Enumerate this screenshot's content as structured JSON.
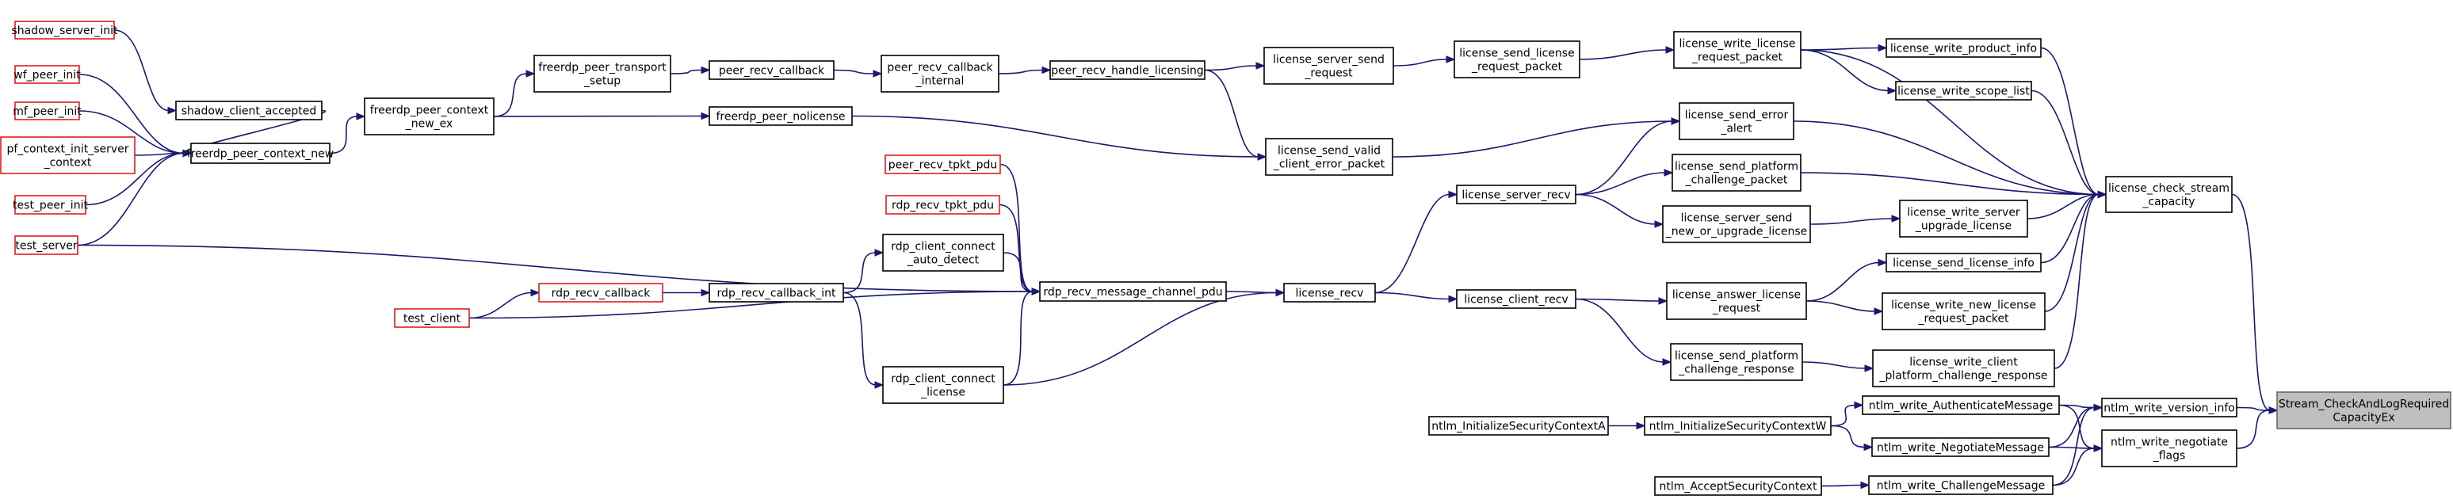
{
  "graph": {
    "title": "",
    "root": "stream_checkandlog",
    "nodes": [
      {
        "id": "shadow_server_init",
        "lines": [
          "shadow_server_init"
        ],
        "style": "red"
      },
      {
        "id": "wf_peer_init",
        "lines": [
          "wf_peer_init"
        ],
        "style": "red"
      },
      {
        "id": "mf_peer_init",
        "lines": [
          "mf_peer_init"
        ],
        "style": "red"
      },
      {
        "id": "pf_context_init_server_context",
        "lines": [
          "pf_context_init_server",
          "_context"
        ],
        "style": "red"
      },
      {
        "id": "test_peer_init",
        "lines": [
          "test_peer_init"
        ],
        "style": "red"
      },
      {
        "id": "test_server",
        "lines": [
          "test_server"
        ],
        "style": "red"
      },
      {
        "id": "test_client",
        "lines": [
          "test_client"
        ],
        "style": "red"
      },
      {
        "id": "shadow_client_accepted",
        "lines": [
          "shadow_client_accepted"
        ],
        "style": "normal"
      },
      {
        "id": "freerdp_peer_context_new",
        "lines": [
          "freerdp_peer_context_new"
        ],
        "style": "normal"
      },
      {
        "id": "freerdp_peer_context_new_ex",
        "lines": [
          "freerdp_peer_context",
          "_new_ex"
        ],
        "style": "normal"
      },
      {
        "id": "freerdp_peer_transport_setup",
        "lines": [
          "freerdp_peer_transport",
          "_setup"
        ],
        "style": "normal"
      },
      {
        "id": "peer_recv_callback",
        "lines": [
          "peer_recv_callback"
        ],
        "style": "normal"
      },
      {
        "id": "peer_recv_callback_internal",
        "lines": [
          "peer_recv_callback",
          "_internal"
        ],
        "style": "normal"
      },
      {
        "id": "peer_recv_handle_licensing",
        "lines": [
          "peer_recv_handle_licensing"
        ],
        "style": "normal"
      },
      {
        "id": "freerdp_peer_nolicense",
        "lines": [
          "freerdp_peer_nolicense"
        ],
        "style": "normal"
      },
      {
        "id": "license_server_send_request",
        "lines": [
          "license_server_send",
          "_request"
        ],
        "style": "normal"
      },
      {
        "id": "license_send_valid_client_error_packet",
        "lines": [
          "license_send_valid",
          "_client_error_packet"
        ],
        "style": "normal"
      },
      {
        "id": "license_send_license_request_packet",
        "lines": [
          "license_send_license",
          "_request_packet"
        ],
        "style": "normal"
      },
      {
        "id": "license_write_license_request_packet",
        "lines": [
          "license_write_license",
          "_request_packet"
        ],
        "style": "normal"
      },
      {
        "id": "license_write_product_info",
        "lines": [
          "license_write_product_info"
        ],
        "style": "normal"
      },
      {
        "id": "license_write_scope_list",
        "lines": [
          "license_write_scope_list"
        ],
        "style": "normal"
      },
      {
        "id": "license_send_error_alert",
        "lines": [
          "license_send_error",
          "_alert"
        ],
        "style": "normal"
      },
      {
        "id": "license_send_platform_challenge_packet",
        "lines": [
          "license_send_platform",
          "_challenge_packet"
        ],
        "style": "normal"
      },
      {
        "id": "license_server_recv",
        "lines": [
          "license_server_recv"
        ],
        "style": "normal"
      },
      {
        "id": "license_server_send_new_or_upgrade_license",
        "lines": [
          "license_server_send",
          "_new_or_upgrade_license"
        ],
        "style": "normal"
      },
      {
        "id": "license_write_server_upgrade_license",
        "lines": [
          "license_write_server",
          "_upgrade_license"
        ],
        "style": "normal"
      },
      {
        "id": "license_send_license_info",
        "lines": [
          "license_send_license_info"
        ],
        "style": "normal"
      },
      {
        "id": "license_answer_license_request",
        "lines": [
          "license_answer_license",
          "_request"
        ],
        "style": "normal"
      },
      {
        "id": "license_write_new_license_request_packet",
        "lines": [
          "license_write_new_license",
          "_request_packet"
        ],
        "style": "normal"
      },
      {
        "id": "license_send_platform_challenge_response",
        "lines": [
          "license_send_platform",
          "_challenge_response"
        ],
        "style": "normal"
      },
      {
        "id": "license_write_client_platform_challenge_response",
        "lines": [
          "license_write_client",
          "_platform_challenge_response"
        ],
        "style": "normal"
      },
      {
        "id": "license_client_recv",
        "lines": [
          "license_client_recv"
        ],
        "style": "normal"
      },
      {
        "id": "license_recv",
        "lines": [
          "license_recv"
        ],
        "style": "normal"
      },
      {
        "id": "peer_recv_tpkt_pdu",
        "lines": [
          "peer_recv_tpkt_pdu"
        ],
        "style": "red"
      },
      {
        "id": "rdp_recv_tpkt_pdu",
        "lines": [
          "rdp_recv_tpkt_pdu"
        ],
        "style": "red"
      },
      {
        "id": "rdp_recv_message_channel_pdu",
        "lines": [
          "rdp_recv_message_channel_pdu"
        ],
        "style": "normal"
      },
      {
        "id": "rdp_client_connect_auto_detect",
        "lines": [
          "rdp_client_connect",
          "_auto_detect"
        ],
        "style": "normal"
      },
      {
        "id": "rdp_client_connect_license",
        "lines": [
          "rdp_client_connect",
          "_license"
        ],
        "style": "normal"
      },
      {
        "id": "rdp_recv_callback_int",
        "lines": [
          "rdp_recv_callback_int"
        ],
        "style": "normal"
      },
      {
        "id": "rdp_recv_callback",
        "lines": [
          "rdp_recv_callback"
        ],
        "style": "red"
      },
      {
        "id": "license_check_stream_capacity",
        "lines": [
          "license_check_stream",
          "_capacity"
        ],
        "style": "normal"
      },
      {
        "id": "ntlm_InitializeSecurityContextA",
        "lines": [
          "ntlm_InitializeSecurityContextA"
        ],
        "style": "normal"
      },
      {
        "id": "ntlm_InitializeSecurityContextW",
        "lines": [
          "ntlm_InitializeSecurityContextW"
        ],
        "style": "normal"
      },
      {
        "id": "ntlm_AcceptSecurityContext",
        "lines": [
          "ntlm_AcceptSecurityContext"
        ],
        "style": "normal"
      },
      {
        "id": "ntlm_write_AuthenticateMessage",
        "lines": [
          "ntlm_write_AuthenticateMessage"
        ],
        "style": "normal"
      },
      {
        "id": "ntlm_write_NegotiateMessage",
        "lines": [
          "ntlm_write_NegotiateMessage"
        ],
        "style": "normal"
      },
      {
        "id": "ntlm_write_ChallengeMessage",
        "lines": [
          "ntlm_write_ChallengeMessage"
        ],
        "style": "normal"
      },
      {
        "id": "ntlm_write_version_info",
        "lines": [
          "ntlm_write_version_info"
        ],
        "style": "normal"
      },
      {
        "id": "ntlm_write_negotiate_flags",
        "lines": [
          "ntlm_write_negotiate",
          "_flags"
        ],
        "style": "normal"
      },
      {
        "id": "stream_checkandlog",
        "lines": [
          "Stream_CheckAndLogRequired",
          "CapacityEx"
        ],
        "style": "root"
      }
    ],
    "edges": [
      [
        "shadow_server_init",
        "shadow_client_accepted"
      ],
      [
        "shadow_client_accepted",
        "freerdp_peer_context_new"
      ],
      [
        "wf_peer_init",
        "freerdp_peer_context_new"
      ],
      [
        "mf_peer_init",
        "freerdp_peer_context_new"
      ],
      [
        "pf_context_init_server_context",
        "freerdp_peer_context_new"
      ],
      [
        "test_peer_init",
        "freerdp_peer_context_new"
      ],
      [
        "test_server",
        "freerdp_peer_context_new"
      ],
      [
        "freerdp_peer_context_new",
        "freerdp_peer_context_new_ex"
      ],
      [
        "freerdp_peer_context_new_ex",
        "freerdp_peer_transport_setup"
      ],
      [
        "freerdp_peer_context_new_ex",
        "freerdp_peer_nolicense"
      ],
      [
        "freerdp_peer_transport_setup",
        "peer_recv_callback"
      ],
      [
        "peer_recv_callback",
        "peer_recv_callback_internal"
      ],
      [
        "peer_recv_callback_internal",
        "peer_recv_handle_licensing"
      ],
      [
        "peer_recv_handle_licensing",
        "license_server_send_request"
      ],
      [
        "peer_recv_handle_licensing",
        "license_send_valid_client_error_packet"
      ],
      [
        "freerdp_peer_nolicense",
        "license_send_valid_client_error_packet"
      ],
      [
        "license_server_send_request",
        "license_send_license_request_packet"
      ],
      [
        "license_send_license_request_packet",
        "license_write_license_request_packet"
      ],
      [
        "license_write_license_request_packet",
        "license_write_product_info"
      ],
      [
        "license_write_license_request_packet",
        "license_write_scope_list"
      ],
      [
        "license_write_license_request_packet",
        "license_check_stream_capacity"
      ],
      [
        "license_write_product_info",
        "license_check_stream_capacity"
      ],
      [
        "license_write_scope_list",
        "license_check_stream_capacity"
      ],
      [
        "license_send_valid_client_error_packet",
        "license_send_error_alert"
      ],
      [
        "license_send_error_alert",
        "license_check_stream_capacity"
      ],
      [
        "license_server_recv",
        "license_send_error_alert"
      ],
      [
        "license_server_recv",
        "license_send_platform_challenge_packet"
      ],
      [
        "license_server_recv",
        "license_server_send_new_or_upgrade_license"
      ],
      [
        "license_send_platform_challenge_packet",
        "license_check_stream_capacity"
      ],
      [
        "license_server_send_new_or_upgrade_license",
        "license_write_server_upgrade_license"
      ],
      [
        "license_write_server_upgrade_license",
        "license_check_stream_capacity"
      ],
      [
        "license_send_license_info",
        "license_check_stream_capacity"
      ],
      [
        "license_answer_license_request",
        "license_send_license_info"
      ],
      [
        "license_answer_license_request",
        "license_write_new_license_request_packet"
      ],
      [
        "license_write_new_license_request_packet",
        "license_check_stream_capacity"
      ],
      [
        "license_send_platform_challenge_response",
        "license_write_client_platform_challenge_response"
      ],
      [
        "license_write_client_platform_challenge_response",
        "license_check_stream_capacity"
      ],
      [
        "license_client_recv",
        "license_answer_license_request"
      ],
      [
        "license_client_recv",
        "license_send_platform_challenge_response"
      ],
      [
        "license_recv",
        "license_server_recv"
      ],
      [
        "license_recv",
        "license_client_recv"
      ],
      [
        "peer_recv_tpkt_pdu",
        "rdp_recv_message_channel_pdu"
      ],
      [
        "rdp_recv_tpkt_pdu",
        "rdp_recv_message_channel_pdu"
      ],
      [
        "test_server",
        "rdp_recv_message_channel_pdu"
      ],
      [
        "test_client",
        "rdp_recv_message_channel_pdu"
      ],
      [
        "test_client",
        "rdp_recv_callback"
      ],
      [
        "rdp_recv_callback",
        "rdp_recv_callback_int"
      ],
      [
        "rdp_recv_callback_int",
        "rdp_client_connect_auto_detect"
      ],
      [
        "rdp_recv_callback_int",
        "rdp_client_connect_license"
      ],
      [
        "rdp_client_connect_auto_detect",
        "rdp_recv_message_channel_pdu"
      ],
      [
        "rdp_client_connect_license",
        "rdp_recv_message_channel_pdu"
      ],
      [
        "rdp_client_connect_license",
        "license_recv"
      ],
      [
        "rdp_recv_message_channel_pdu",
        "license_recv"
      ],
      [
        "license_check_stream_capacity",
        "stream_checkandlog"
      ],
      [
        "ntlm_InitializeSecurityContextA",
        "ntlm_InitializeSecurityContextW"
      ],
      [
        "ntlm_InitializeSecurityContextW",
        "ntlm_write_AuthenticateMessage"
      ],
      [
        "ntlm_InitializeSecurityContextW",
        "ntlm_write_NegotiateMessage"
      ],
      [
        "ntlm_AcceptSecurityContext",
        "ntlm_write_ChallengeMessage"
      ],
      [
        "ntlm_write_AuthenticateMessage",
        "ntlm_write_version_info"
      ],
      [
        "ntlm_write_AuthenticateMessage",
        "ntlm_write_negotiate_flags"
      ],
      [
        "ntlm_write_NegotiateMessage",
        "ntlm_write_version_info"
      ],
      [
        "ntlm_write_NegotiateMessage",
        "ntlm_write_negotiate_flags"
      ],
      [
        "ntlm_write_ChallengeMessage",
        "ntlm_write_version_info"
      ],
      [
        "ntlm_write_ChallengeMessage",
        "ntlm_write_negotiate_flags"
      ],
      [
        "ntlm_write_version_info",
        "stream_checkandlog"
      ],
      [
        "ntlm_write_negotiate_flags",
        "stream_checkandlog"
      ]
    ]
  }
}
